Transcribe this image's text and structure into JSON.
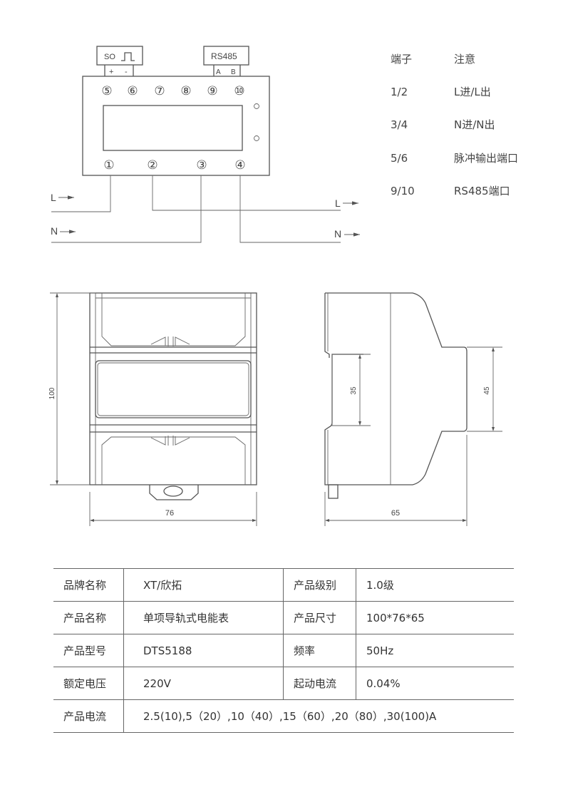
{
  "wiring": {
    "so_label": "SO",
    "so_plus": "+",
    "so_minus": "-",
    "rs485_label": "RS485",
    "rs485_a": "A",
    "rs485_b": "B",
    "top_terminals": [
      "⑤",
      "⑥",
      "⑦",
      "⑧",
      "⑨",
      "⑩"
    ],
    "bottom_terminals": [
      "①",
      "②",
      "③",
      "④"
    ],
    "line_in": "L",
    "neutral_in": "N",
    "line_out": "L",
    "neutral_out": "N"
  },
  "terminal_legend": {
    "header": [
      "端子",
      "注意"
    ],
    "rows": [
      {
        "terminal": "1/2",
        "note": "L进/L出"
      },
      {
        "terminal": "3/4",
        "note": "N进/N出"
      },
      {
        "terminal": "5/6",
        "note": "脉冲输出端口"
      },
      {
        "terminal": "9/10",
        "note": "RS485端口"
      }
    ]
  },
  "dimensions": {
    "height": "100",
    "width": "76",
    "depth": "65",
    "rail_inner": "35",
    "rail_outer": "45"
  },
  "specs": {
    "rows": [
      [
        "品牌名称",
        "XT/欣拓",
        "产品级别",
        "1.0级"
      ],
      [
        "产品名称",
        "单项导轨式电能表",
        "产品尺寸",
        "100*76*65"
      ],
      [
        "产品型号",
        "DTS5188",
        "频率",
        "50Hz"
      ],
      [
        "额定电压",
        "220V",
        "起动电流",
        "0.04%"
      ]
    ],
    "current_label": "产品电流",
    "current_value": "2.5(10),5（20）,10（40）,15（60）,20（80）,30(100)A"
  }
}
